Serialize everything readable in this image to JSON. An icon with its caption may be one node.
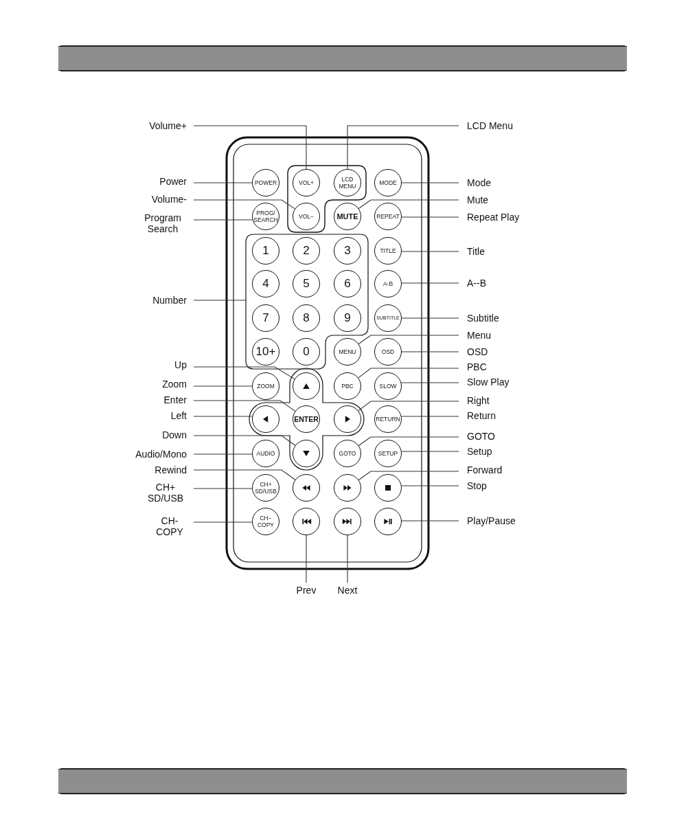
{
  "diagram": {
    "nodes": [
      {
        "text": [
          "POWER"
        ]
      },
      {
        "text": [
          "VOL+"
        ]
      },
      {
        "text": [
          "LCD MENU"
        ]
      },
      {
        "text": [
          "MODE"
        ]
      },
      {
        "text": [
          "PROG/ SEARCH"
        ]
      },
      {
        "text": [
          "VOL−"
        ]
      },
      {
        "text": [
          "MUTE"
        ]
      },
      {
        "text": [
          "REPEAT"
        ]
      },
      {
        "text": [],
        "shape": "box"
      },
      {
        "text": [
          "1"
        ],
        "in": 8
      },
      {
        "text": [
          "2"
        ],
        "in": 8
      },
      {
        "text": [
          "3"
        ],
        "in": 8
      },
      {
        "text": [
          "TITLE"
        ]
      },
      {
        "text": [
          "4"
        ],
        "in": 8
      },
      {
        "text": [
          "5"
        ],
        "in": 8
      },
      {
        "text": [
          "6"
        ],
        "in": 8
      },
      {
        "text": [
          "A-B"
        ]
      },
      {
        "text": [
          "7"
        ],
        "in": 8
      },
      {
        "text": [
          "8"
        ],
        "in": 8
      },
      {
        "text": [
          "9"
        ],
        "in": 8
      },
      {
        "text": [
          "SUBTITLE"
        ]
      },
      {
        "text": [
          "10+"
        ],
        "in": 8
      },
      {
        "text": [
          "0"
        ],
        "in": 8
      },
      {
        "text": [
          "MENU"
        ]
      },
      {
        "text": [
          "OSD"
        ]
      },
      {
        "text": [
          "ZOOM"
        ]
      },
      {
        "text": [],
        "shape": "circle"
      },
      {
        "text": [
          "PBC"
        ]
      },
      {
        "text": [
          "SLOW"
        ]
      },
      {
        "text": [],
        "shape": "circle"
      },
      {
        "text": [
          "ENTER"
        ]
      },
      {
        "text": [],
        "shape": "circle"
      },
      {
        "text": [
          "RETURN"
        ]
      },
      {
        "text": [
          "AUDIO"
        ]
      },
      {
        "text": [],
        "shape": "circle"
      },
      {
        "text": [
          "GOTO"
        ]
      },
      {
        "text": [
          "SETUP"
        ]
      },
      {
        "text": [
          "CH+ SD/USB"
        ]
      },
      {
        "text": [],
        "shape": "circle"
      },
      {
        "text": [],
        "shape": "circle"
      },
      {
        "text": [],
        "shape": "circle"
      },
      {
        "text": [
          "CH− COPY"
        ]
      },
      {
        "text": [],
        "shape": "circle"
      },
      {
        "text": [],
        "shape": "circle"
      },
      {
        "text": [],
        "shape": "circle"
      },
      {
        "text": [
          "Volume+"
        ]
      },
      {
        "text": [
          "Power"
        ]
      },
      {
        "text": [
          "Volume-"
        ]
      },
      {
        "text": [
          "Program Search"
        ]
      },
      {
        "text": [
          "Number"
        ]
      },
      {
        "text": [
          "Up"
        ]
      },
      {
        "text": [
          "Zoom"
        ]
      },
      {
        "text": [
          "Enter"
        ]
      },
      {
        "text": [
          "Left"
        ]
      },
      {
        "text": [
          "Down"
        ]
      },
      {
        "text": [
          "Audio/Mono"
        ]
      },
      {
        "text": [
          "Rewind"
        ]
      },
      {
        "text": [
          "CH+ SD/USB"
        ]
      },
      {
        "text": [
          "CH- COPY"
        ]
      },
      {
        "text": [
          "LCD Menu"
        ]
      },
      {
        "text": [
          "Mode"
        ]
      },
      {
        "text": [
          "Mute"
        ]
      },
      {
        "text": [
          "Repeat Play"
        ]
      },
      {
        "text": [
          "Title"
        ]
      },
      {
        "text": [
          "A--B"
        ]
      },
      {
        "text": [
          "Subtitle"
        ]
      },
      {
        "text": [
          "Menu"
        ]
      },
      {
        "text": [
          "OSD"
        ]
      },
      {
        "text": [
          "PBC"
        ]
      },
      {
        "text": [
          "Slow Play"
        ]
      },
      {
        "text": [
          "Right"
        ]
      },
      {
        "text": [
          "Return"
        ]
      },
      {
        "text": [
          "GOTO"
        ]
      },
      {
        "text": [
          "Setup"
        ]
      },
      {
        "text": [
          "Forward"
        ]
      },
      {
        "text": [
          "Stop"
        ]
      },
      {
        "text": [
          "Play/Pause"
        ]
      },
      {
        "text": [
          "Prev"
        ]
      },
      {
        "text": [
          "Next"
        ]
      }
    ],
    "edges": [
      {
        "from": 45,
        "to": 1,
        "arrow": "none"
      },
      {
        "from": 46,
        "to": 0,
        "arrow": "none"
      },
      {
        "from": 47,
        "to": 5,
        "arrow": "none"
      },
      {
        "from": 48,
        "to": 4,
        "arrow": "none"
      },
      {
        "from": 49,
        "to": 8,
        "arrow": "none"
      },
      {
        "from": 50,
        "to": 26,
        "arrow": "none"
      },
      {
        "from": 51,
        "to": 25,
        "arrow": "none"
      },
      {
        "from": 52,
        "to": 30,
        "arrow": "none"
      },
      {
        "from": 53,
        "to": 29,
        "arrow": "none"
      },
      {
        "from": 54,
        "to": 34,
        "arrow": "none"
      },
      {
        "from": 55,
        "to": 33,
        "arrow": "none"
      },
      {
        "from": 56,
        "to": 38,
        "arrow": "none"
      },
      {
        "from": 57,
        "to": 37,
        "arrow": "none"
      },
      {
        "from": 58,
        "to": 41,
        "arrow": "none"
      },
      {
        "from": 59,
        "to": 2,
        "arrow": "none"
      },
      {
        "from": 60,
        "to": 3,
        "arrow": "none"
      },
      {
        "from": 61,
        "to": 6,
        "arrow": "none"
      },
      {
        "from": 62,
        "to": 7,
        "arrow": "none"
      },
      {
        "from": 63,
        "to": 12,
        "arrow": "none"
      },
      {
        "from": 64,
        "to": 16,
        "arrow": "none"
      },
      {
        "from": 65,
        "to": 20,
        "arrow": "none"
      },
      {
        "from": 66,
        "to": 23,
        "arrow": "none"
      },
      {
        "from": 67,
        "to": 24,
        "arrow": "none"
      },
      {
        "from": 68,
        "to": 27,
        "arrow": "none"
      },
      {
        "from": 69,
        "to": 28,
        "arrow": "none"
      },
      {
        "from": 70,
        "to": 31,
        "arrow": "none"
      },
      {
        "from": 71,
        "to": 32,
        "arrow": "none"
      },
      {
        "from": 72,
        "to": 35,
        "arrow": "none"
      },
      {
        "from": 73,
        "to": 36,
        "arrow": "none"
      },
      {
        "from": 74,
        "to": 39,
        "arrow": "none"
      },
      {
        "from": 75,
        "to": 40,
        "arrow": "none"
      },
      {
        "from": 76,
        "to": 44,
        "arrow": "none"
      },
      {
        "from": 77,
        "to": 42,
        "arrow": "none"
      },
      {
        "from": 78,
        "to": 43,
        "arrow": "none"
      }
    ]
  }
}
